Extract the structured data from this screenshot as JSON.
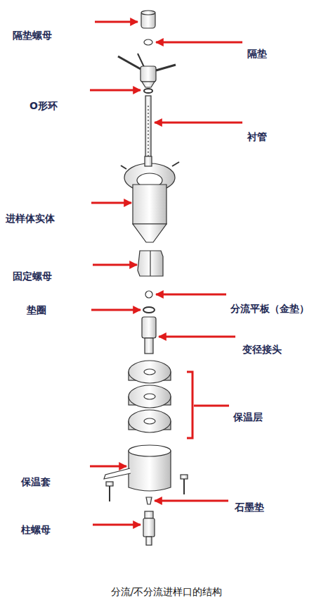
{
  "diagram": {
    "caption": "分流/不分流进样口的结构",
    "labels": [
      "隔垫螺母",
      "隔垫",
      "O形环",
      "衬管",
      "进样体实体",
      "固定螺母",
      "分流平板（金垫）",
      "垫圈",
      "变径接头",
      "保温层",
      "保温套",
      "石墨垫",
      "柱螺母"
    ]
  }
}
